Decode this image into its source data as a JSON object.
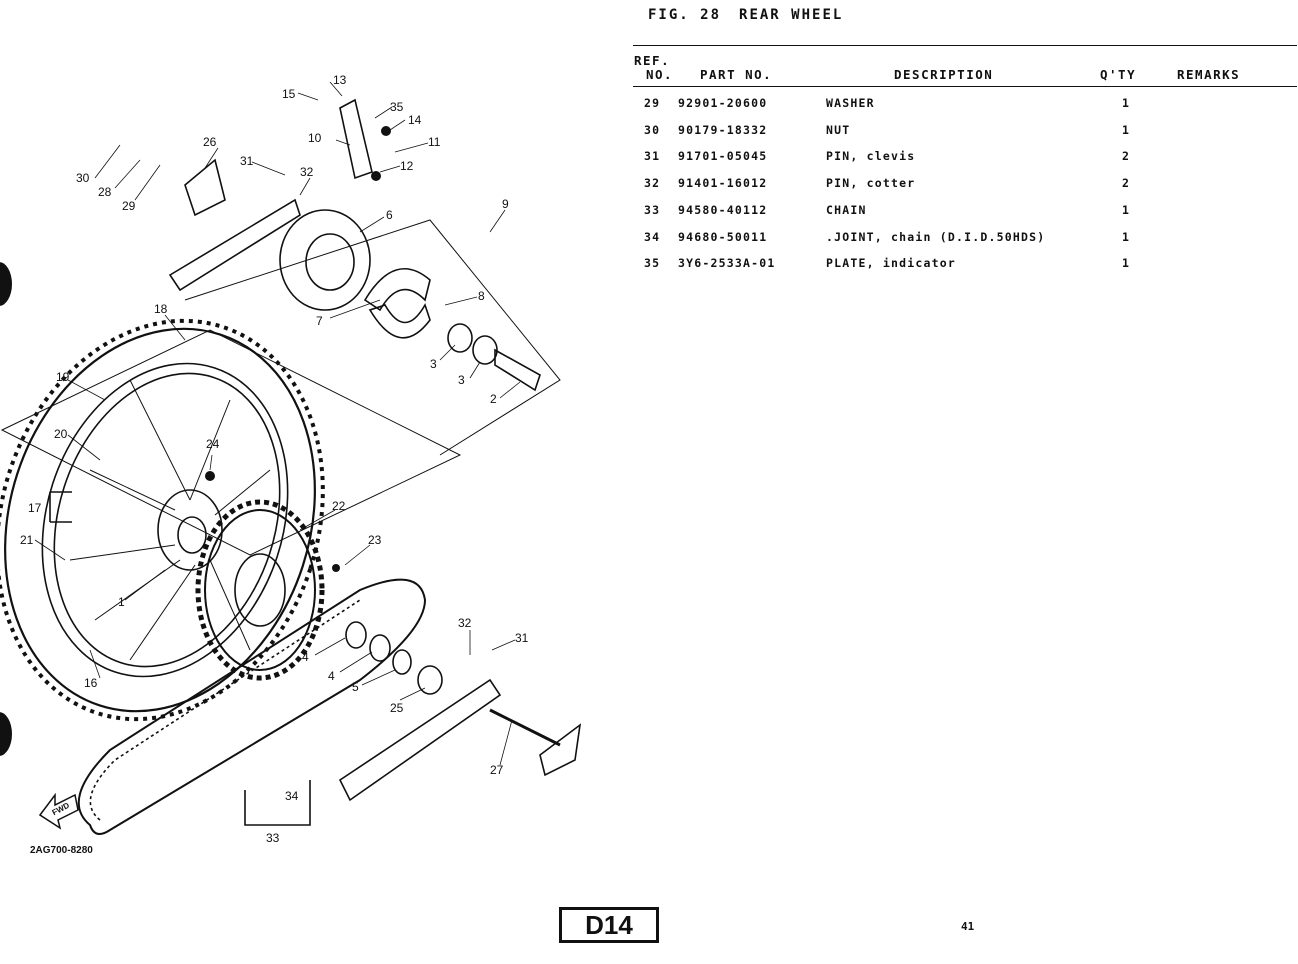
{
  "header": {
    "fig_label": "FIG. 28",
    "fig_title": "REAR WHEEL"
  },
  "table": {
    "columns": {
      "ref_line1": "REF.",
      "ref_line2": "NO.",
      "part_no": "PART NO.",
      "description": "DESCRIPTION",
      "qty": "Q'TY",
      "remarks": "REMARKS"
    },
    "rows": [
      {
        "ref": "29",
        "part_no": "92901-20600",
        "description": "WASHER",
        "qty": "1",
        "remarks": ""
      },
      {
        "ref": "30",
        "part_no": "90179-18332",
        "description": "NUT",
        "qty": "1",
        "remarks": ""
      },
      {
        "ref": "31",
        "part_no": "91701-05045",
        "description": "PIN, clevis",
        "qty": "2",
        "remarks": ""
      },
      {
        "ref": "32",
        "part_no": "91401-16012",
        "description": "PIN, cotter",
        "qty": "2",
        "remarks": ""
      },
      {
        "ref": "33",
        "part_no": "94580-40112",
        "description": "CHAIN",
        "qty": "1",
        "remarks": ""
      },
      {
        "ref": "34",
        "part_no": "94680-50011",
        "description": ".JOINT, chain (D.I.D.50HDS)",
        "qty": "1",
        "remarks": ""
      },
      {
        "ref": "35",
        "part_no": "3Y6-2533A-01",
        "description": "PLATE, indicator",
        "qty": "1",
        "remarks": ""
      }
    ]
  },
  "diagram": {
    "drawing_code": "2AG700-8280",
    "fwd_label": "FWD",
    "callouts": [
      "1",
      "2",
      "3",
      "3",
      "4",
      "4",
      "5",
      "6",
      "7",
      "8",
      "9",
      "10",
      "11",
      "12",
      "13",
      "14",
      "15",
      "16",
      "17",
      "18",
      "19",
      "20",
      "21",
      "22",
      "23",
      "24",
      "25",
      "26",
      "27",
      "28",
      "29",
      "30",
      "31",
      "31",
      "32",
      "32",
      "33",
      "34",
      "35"
    ]
  },
  "footer": {
    "section_badge": "D14",
    "page_number": "41"
  }
}
